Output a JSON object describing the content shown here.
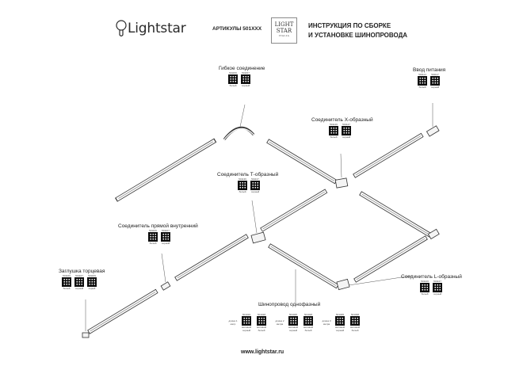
{
  "header": {
    "brand": "Lightstar",
    "articles": "АРТИКУЛЫ 501XXX",
    "emblem": {
      "l1": "LIGHT",
      "l2": "STAR",
      "l3": "ITALIA"
    },
    "heading_line1": "ИНСТРУКЦИЯ ПО СБОРКЕ",
    "heading_line2": "И УСТАНОВКЕ ШИНОПРОВОДА"
  },
  "callouts": {
    "flexible": {
      "title": "Гибкое соединение",
      "codes": [
        "501156",
        "501157"
      ],
      "captions": [
        "белый",
        "черный"
      ]
    },
    "power": {
      "title": "Ввод питания",
      "codes": [
        "501114",
        "501117"
      ],
      "captions": [
        "белый",
        "черный"
      ]
    },
    "x_conn": {
      "title": "Соединитель X-образный",
      "codes": [
        "501146",
        "501147"
      ],
      "captions": [
        "белый",
        "черный"
      ]
    },
    "t_conn": {
      "title": "Соединитель Т-образный",
      "codes": [
        "501136",
        "501137"
      ],
      "captions": [
        "белый",
        "черный"
      ]
    },
    "straight": {
      "title": "Соединитель прямой внутренний",
      "codes": [
        "501106",
        "501107"
      ],
      "captions": [
        "белый",
        "черный"
      ]
    },
    "endcap": {
      "title": "Заглушка торцевая",
      "codes": [
        "501166",
        "501167",
        "501169"
      ],
      "captions": [
        "белый",
        "черный",
        "серый"
      ]
    },
    "l_conn": {
      "title": "Соединитель L-образный",
      "codes": [
        "501126",
        "501127"
      ],
      "captions": [
        "белый",
        "черный"
      ]
    },
    "track": {
      "title": "Шинопровод однофазный",
      "groups": [
        {
          "length": "длина 1 метр",
          "codes": [
            "501019",
            "501018"
          ],
          "captions": [
            "матовый черный",
            "матовый белый"
          ]
        },
        {
          "length": "длина 2 метра",
          "codes": [
            "501025",
            "501028"
          ],
          "captions": [
            "матовый черный",
            "матовый белый"
          ]
        },
        {
          "length": "длина 3 метра",
          "codes": [
            "501035",
            "501038"
          ],
          "captions": [
            "матовый черный",
            "матовый белый"
          ]
        }
      ]
    }
  },
  "footer": {
    "site": "www.lightstar.ru"
  }
}
